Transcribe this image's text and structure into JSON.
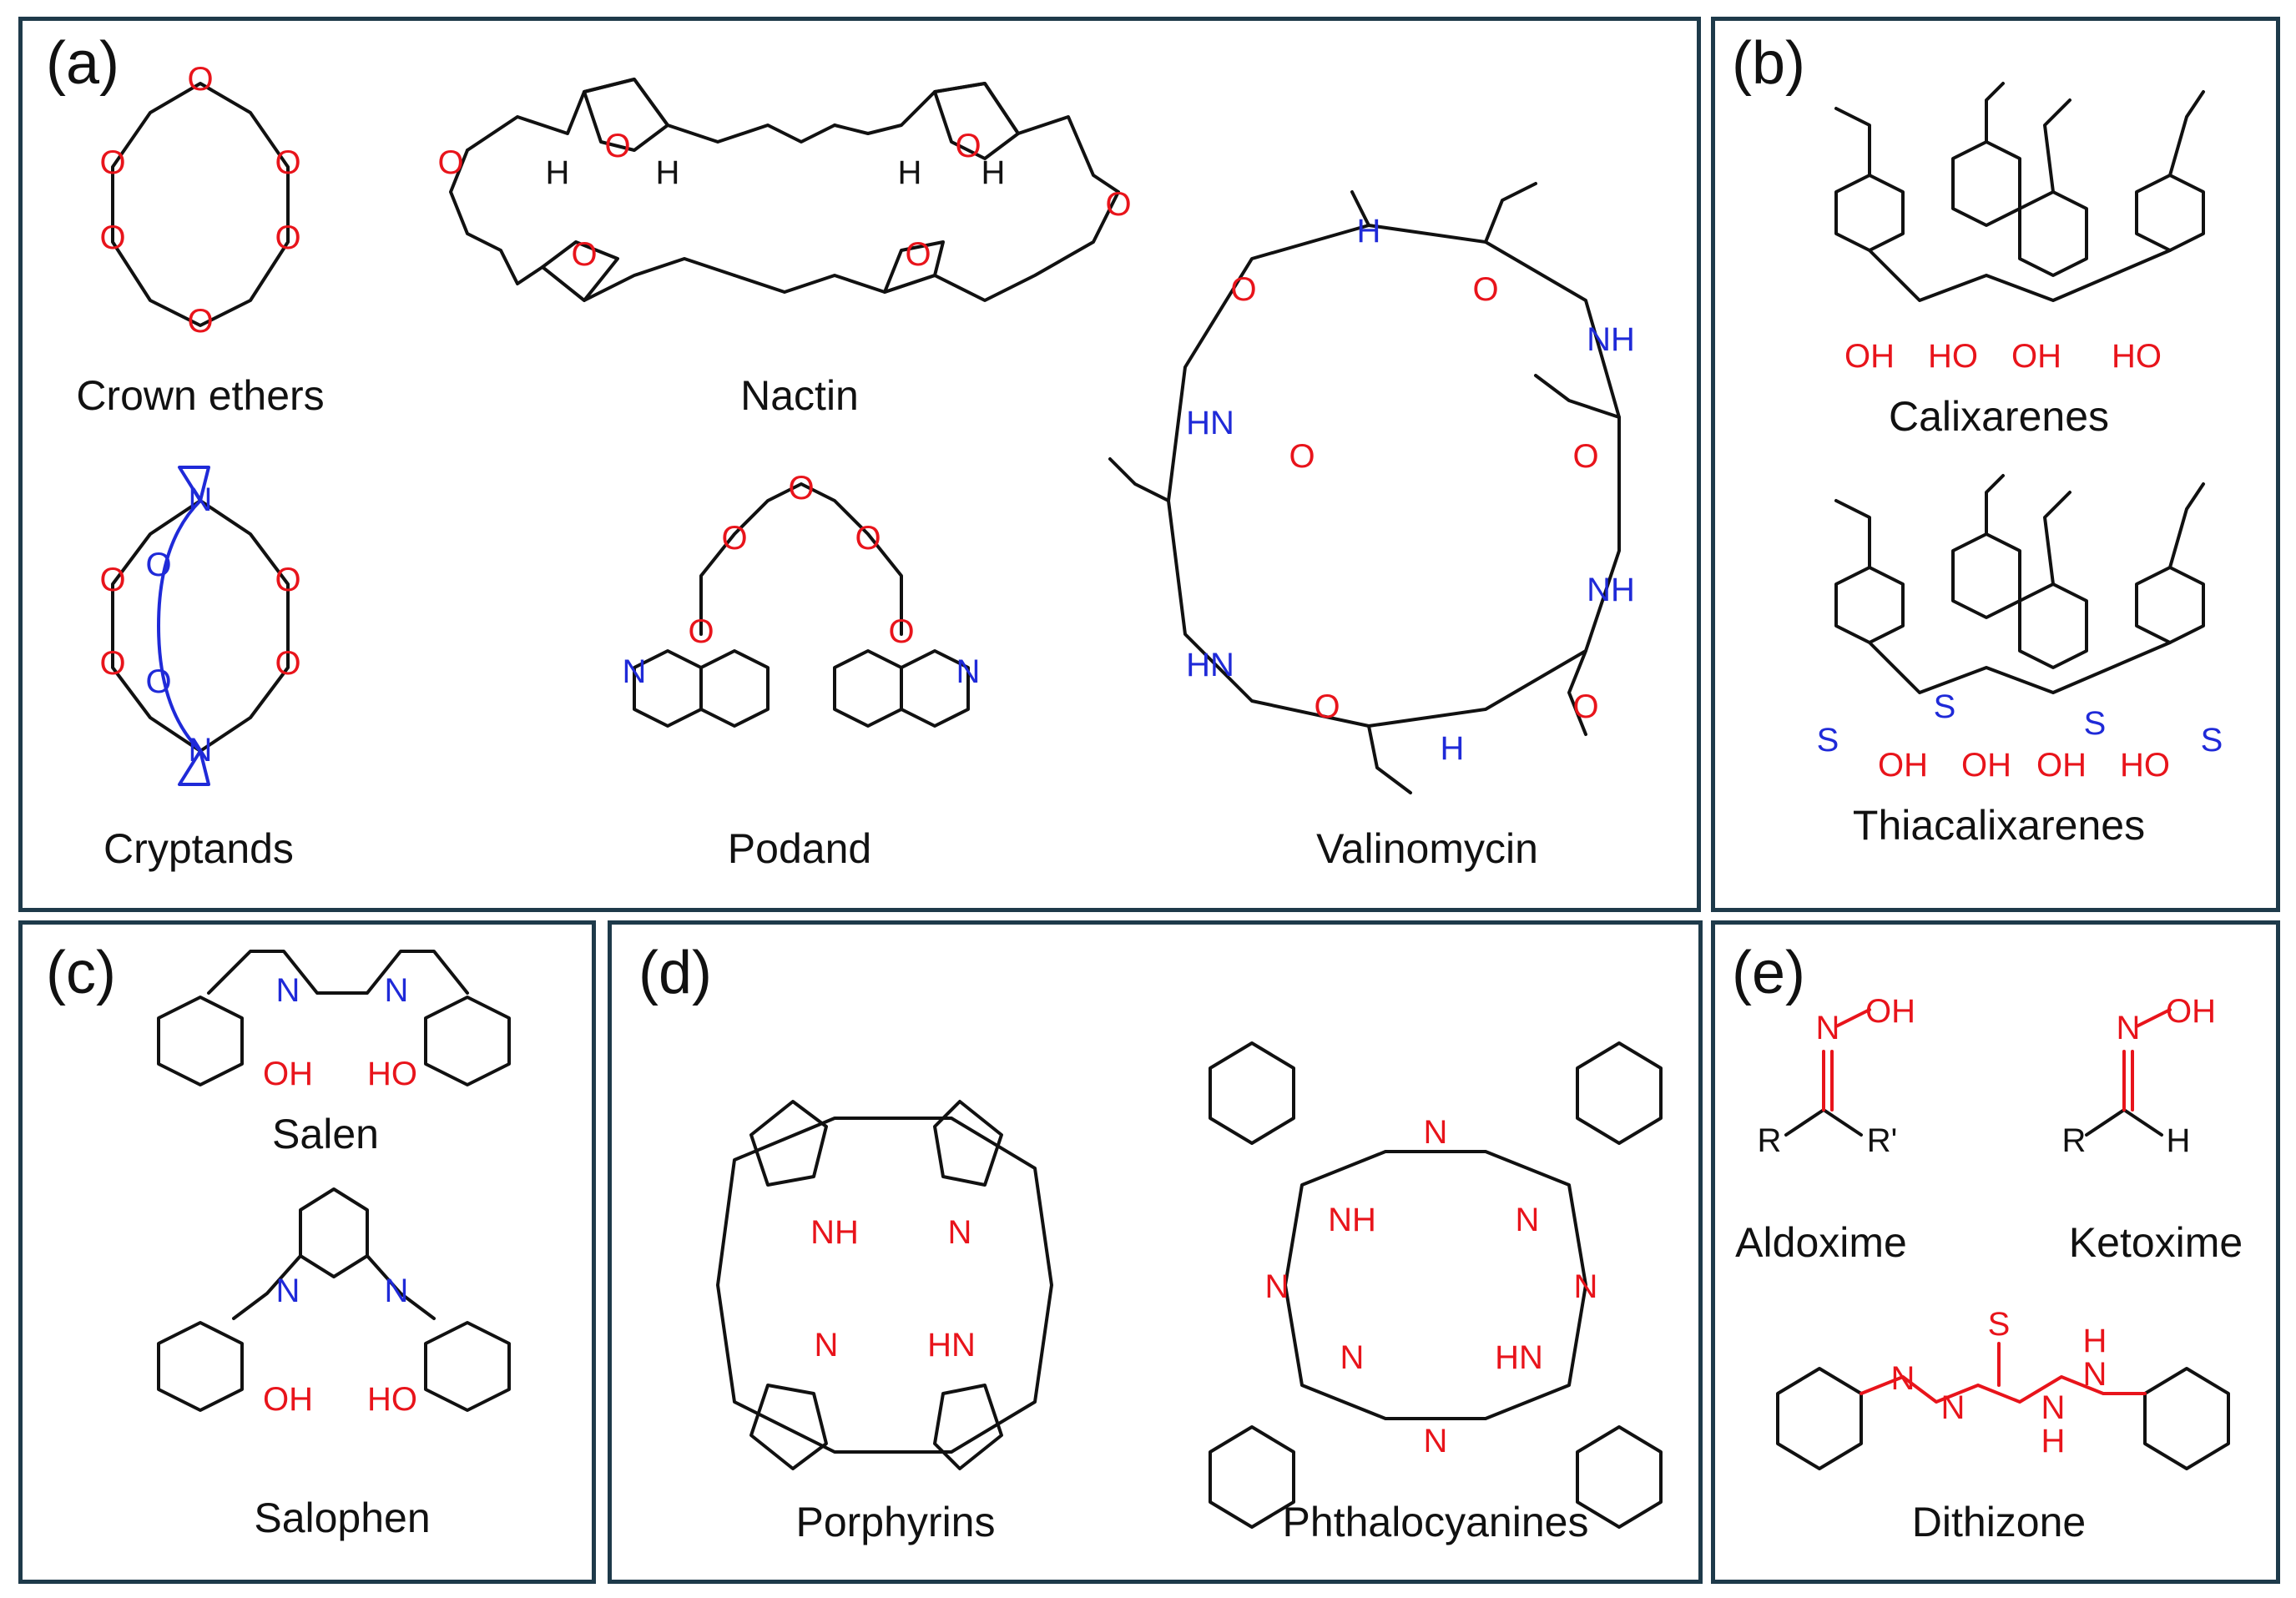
{
  "panels": {
    "a": {
      "label": "(a)",
      "crown": "Crown ethers",
      "nactin": "Nactin",
      "valinomycin": "Valinomycin",
      "cryptands": "Cryptands",
      "podand": "Podand"
    },
    "b": {
      "label": "(b)",
      "calixarenes": "Calixarenes",
      "thiacalixarenes": "Thiacalixarenes"
    },
    "c": {
      "label": "(c)",
      "salen": "Salen",
      "salophen": "Salophen"
    },
    "d": {
      "label": "(d)",
      "porphyrins": "Porphyrins",
      "phthalocyanines": "Phthalocyanines"
    },
    "e": {
      "label": "(e)",
      "aldoxime": "Aldoxime",
      "ketoxime": "Ketoxime",
      "dithizone": "Dithizone"
    }
  },
  "atoms": {
    "O": "O",
    "N": "N",
    "S": "S",
    "H": "H",
    "OH": "OH",
    "HO": "HO",
    "NH": "NH",
    "HN": "HN",
    "R": "R",
    "Rp": "R'"
  },
  "colors": {
    "border": "#1e3a4a",
    "bond": "#111111",
    "oxygen": "#e8141b",
    "nitrogen": "#1f2ad8",
    "red_heteroatom": "#e8141b"
  }
}
